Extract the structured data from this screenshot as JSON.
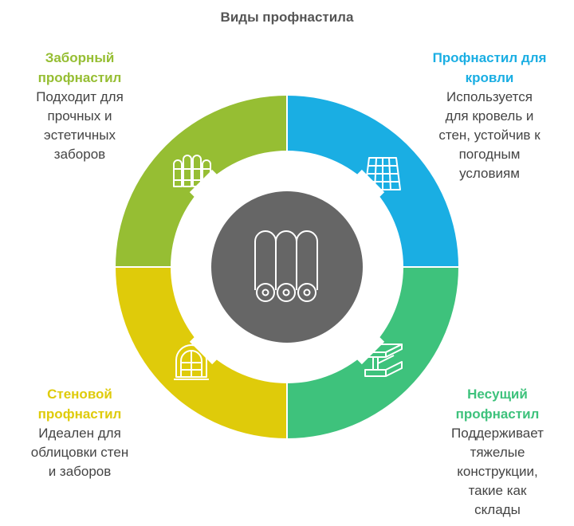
{
  "title": "Виды профнастила",
  "colors": {
    "fence": "#96BE33",
    "roof": "#1AAEE3",
    "wall": "#DFCB0A",
    "bearing": "#3EC27C",
    "center": "#666666"
  },
  "sections": {
    "fence": {
      "head": [
        "Заборный",
        "профнастил"
      ],
      "desc": [
        "Подходит для",
        "прочных и",
        "эстетичных",
        "заборов"
      ],
      "icon": "fence-icon"
    },
    "roof": {
      "head": [
        "Профнастил для",
        "кровли"
      ],
      "desc": [
        "Используется",
        "для кровель и",
        "стен, устойчив к",
        "погодным",
        "условиям"
      ],
      "icon": "roof-tiles-icon"
    },
    "wall": {
      "head": [
        "Стеновой",
        "профнастил"
      ],
      "desc": [
        "Идеален для",
        "облицовки стен",
        "и заборов"
      ],
      "icon": "window-icon"
    },
    "bearing": {
      "head": [
        "Несущий",
        "профнастил"
      ],
      "desc": [
        "Поддерживает",
        "тяжелые",
        "конструкции,",
        "такие как",
        "склады"
      ],
      "icon": "steel-beam-icon"
    }
  },
  "center_icon": "metal-rolls-icon"
}
